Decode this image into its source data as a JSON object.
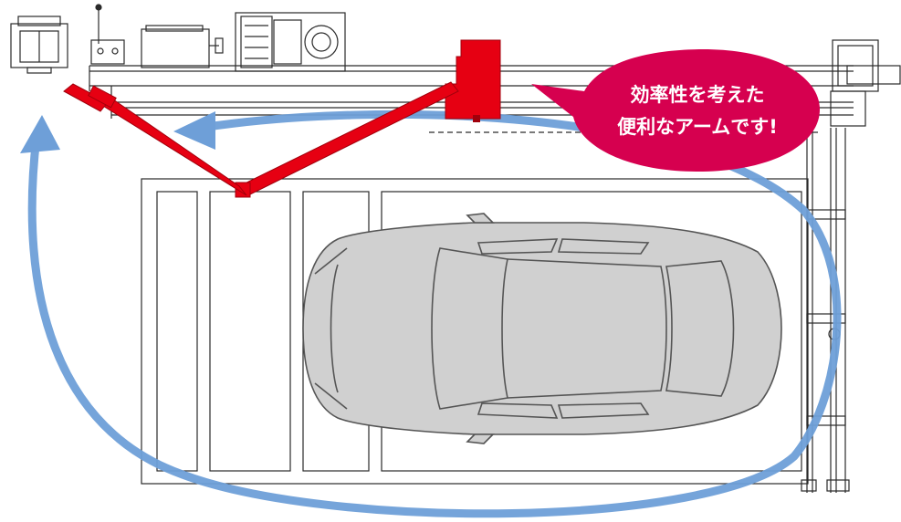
{
  "callout": {
    "line1": "効率性を考えた",
    "line2": "便利なアームです!"
  },
  "colors": {
    "arm": "#e60012",
    "arm_dark": "#a0000c",
    "callout_bg": "#d6004f",
    "arrow": "#6e9fd8",
    "car_fill": "#d0d0d0",
    "line": "#2a2a2a"
  },
  "icons": {
    "arm": "robotic-arm",
    "car": "car-top-view",
    "motion": "circular-arrow"
  }
}
